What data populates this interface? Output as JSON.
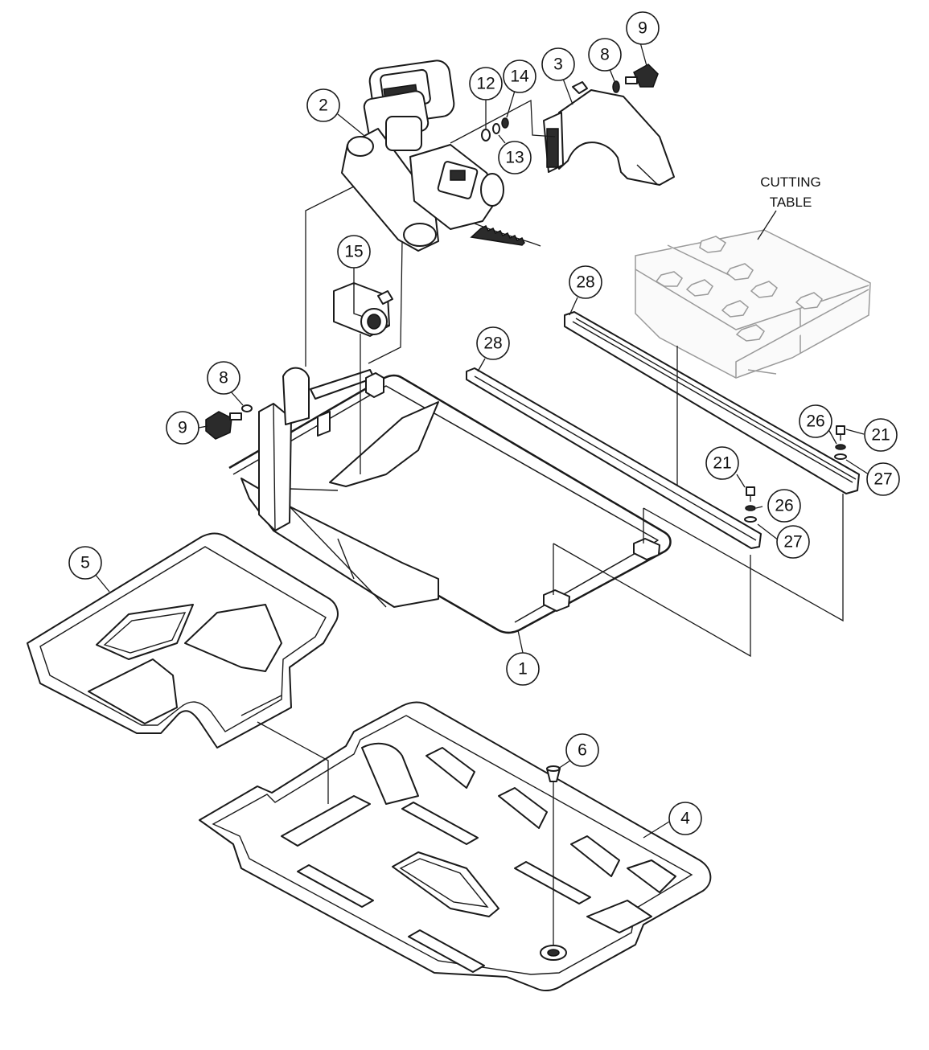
{
  "callouts": {
    "c1": "1",
    "c2": "2",
    "c3": "3",
    "c4": "4",
    "c5": "5",
    "c6": "6",
    "c8a": "8",
    "c8b": "8",
    "c9a": "9",
    "c9b": "9",
    "c12": "12",
    "c13": "13",
    "c14": "14",
    "c15": "15",
    "c21a": "21",
    "c21b": "21",
    "c26a": "26",
    "c26b": "26",
    "c27a": "27",
    "c27b": "27",
    "c28a": "28",
    "c28b": "28"
  },
  "notes": {
    "cutting_table_line1": "CUTTING",
    "cutting_table_line2": "TABLE"
  },
  "colors": {
    "line": "#1a1a1a",
    "ghost_line": "#9a9a9a",
    "background": "#ffffff"
  }
}
